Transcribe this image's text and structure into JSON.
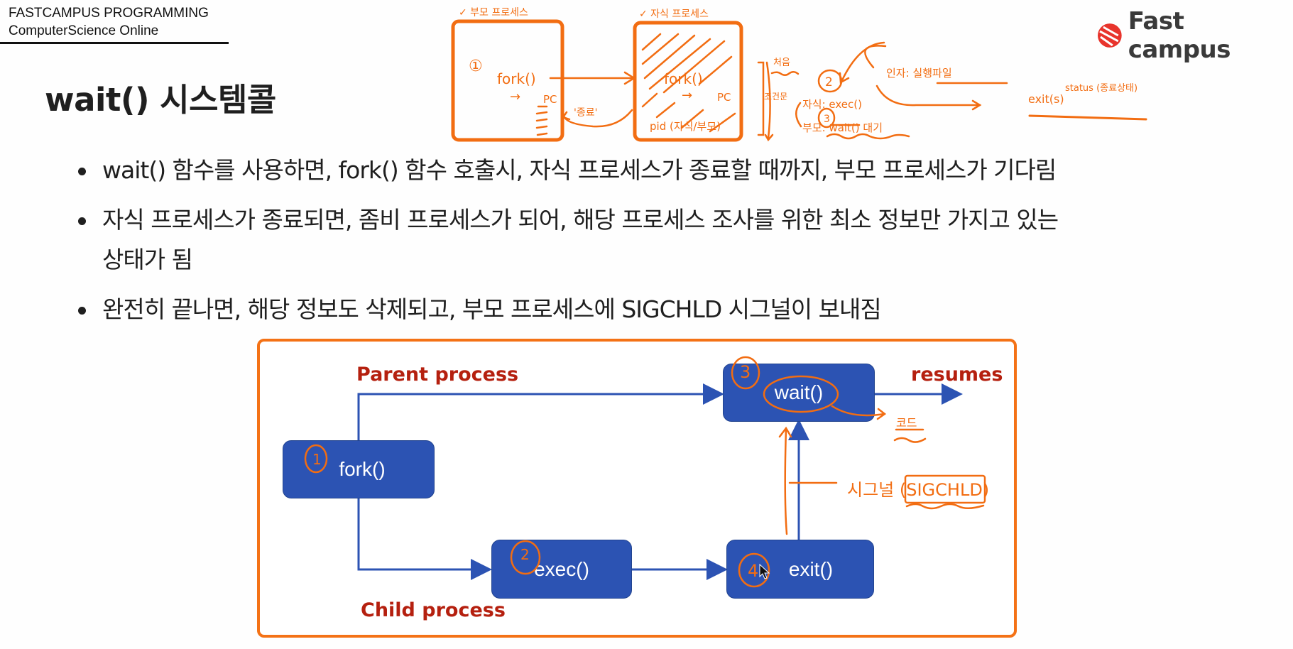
{
  "header": {
    "line1": "FASTCAMPUS PROGRAMMING",
    "line2": "ComputerScience Online"
  },
  "logo": {
    "text": "Fast campus",
    "icon": "fastcampus-logo-icon",
    "brand_color": "#e8342c"
  },
  "slide": {
    "title": "wait() 시스템콜",
    "bullets": [
      {
        "text": "wait() 함수를 사용하면, fork() 함수 호출시, 자식 프로세스가 종료할 때까지, 부모 프로세스가 기다림",
        "continuation": ""
      },
      {
        "text": "자식 프로세스가 종료되면, 좀비 프로세스가 되어, 해당 프로세스 조사를 위한 최소 정보만 가지고 있는",
        "continuation": "상태가 됨"
      },
      {
        "text": "완전히 끝나면, 해당 정보도 삭제되고, 부모 프로세스에 SIGCHLD 시그널이 보내짐",
        "continuation": ""
      }
    ]
  },
  "diagram": {
    "frame_color": "#f47216",
    "box_color": "#2c53b3",
    "label_color": "#b5200f",
    "boxes": {
      "fork": "fork()",
      "exec": "exec()",
      "wait": "wait()",
      "exit": "exit()"
    },
    "labels": {
      "parent": "Parent process",
      "child": "Child process",
      "resumes": "resumes"
    }
  },
  "annotations": {
    "color": "#f26d12",
    "parent_sketch_title": "✓ 부모 프로세스",
    "child_sketch_title": "✓ 자식 프로세스",
    "parent_sketch": {
      "step": "①",
      "call": "fork()",
      "pc": "PC",
      "arrow": "→"
    },
    "child_sketch": {
      "call": "fork()",
      "pc": "PC",
      "arrow": "→",
      "pid": "pid (자식/부모)"
    },
    "return_label": "'종료'",
    "first": "처음",
    "condition": "조건문",
    "step2": "②",
    "step3": "③",
    "child_exec": "자식: exec()",
    "parent_wait": "부모: wait() 대기",
    "arg_note": "인자: 실행파일",
    "exit_note": "exit(s)",
    "status_note": "status (종료상태)",
    "diagram_marks": {
      "one": "1",
      "two": "2",
      "three": "3",
      "four": "4",
      "code": "코드",
      "signal": "시그널 (SIGCHLD)"
    }
  }
}
